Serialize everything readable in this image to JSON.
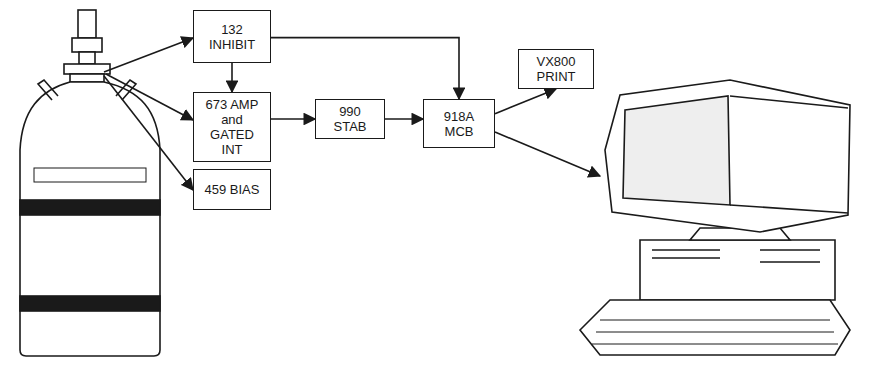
{
  "diagram": {
    "nodes": [
      {
        "text": [
          "132 INHIBIT"
        ]
      },
      {
        "text": [
          "673 AMP and GATED INT"
        ]
      },
      {
        "text": [
          "459 BIAS"
        ]
      },
      {
        "text": [
          "990 STAB"
        ]
      },
      {
        "text": [
          "918A MCB"
        ]
      },
      {
        "text": [
          "VX800 PRINT"
        ]
      }
    ],
    "edges": [
      {
        "from": 0,
        "to": 1,
        "arrow": "to"
      },
      {
        "from": 0,
        "to": 4,
        "arrow": "to"
      },
      {
        "from": 1,
        "to": 3,
        "arrow": "to"
      },
      {
        "from": 3,
        "to": 4,
        "arrow": "to"
      },
      {
        "from": 4,
        "to": 5,
        "arrow": "to"
      }
    ]
  }
}
